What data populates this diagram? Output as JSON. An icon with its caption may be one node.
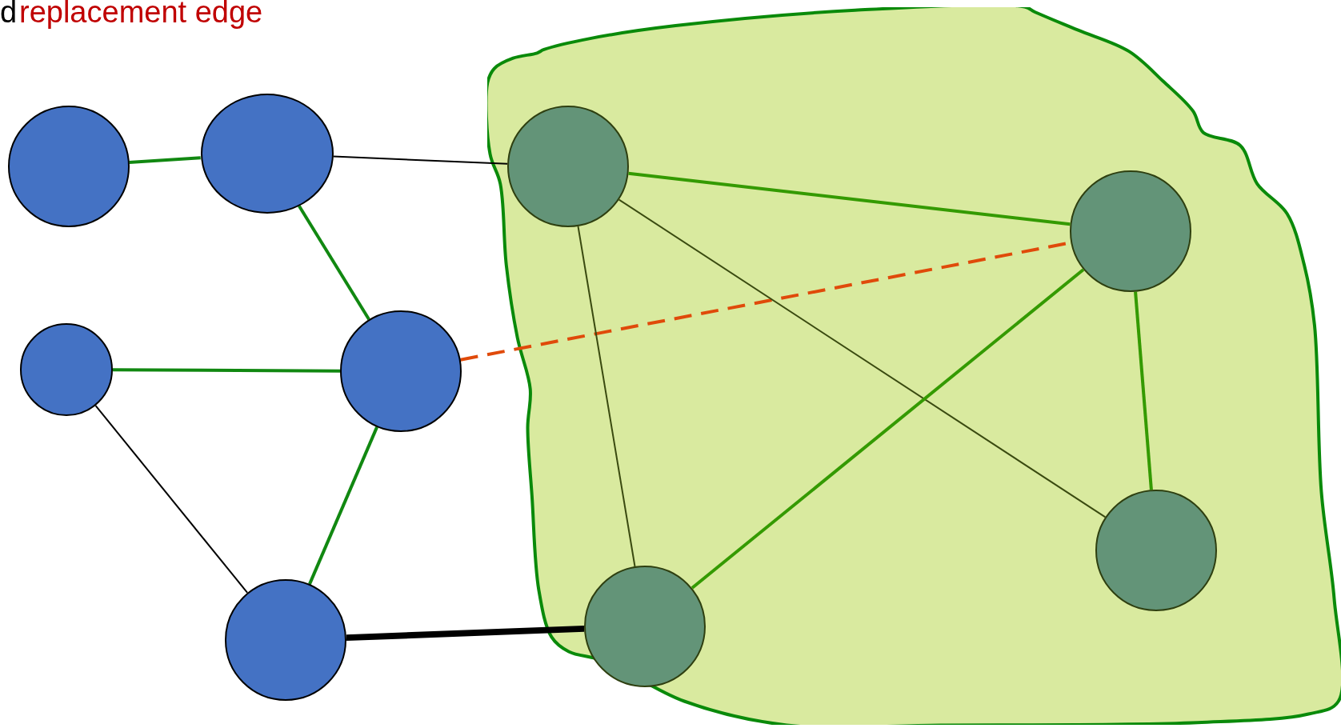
{
  "diagram": {
    "nodes": [
      {
        "text": [],
        "shape": "cloud"
      },
      {
        "text": [],
        "shape": "circle"
      },
      {
        "text": [],
        "shape": "circle"
      },
      {
        "text": [],
        "shape": "circle"
      },
      {
        "text": [],
        "shape": "circle"
      },
      {
        "text": [],
        "shape": "circle"
      },
      {
        "text": [],
        "shape": "circle",
        "in": 0
      },
      {
        "text": [],
        "shape": "circle",
        "in": 0
      },
      {
        "text": [],
        "shape": "circle",
        "in": 0
      },
      {
        "text": [],
        "shape": "circle",
        "in": 0
      }
    ],
    "edges": [
      {
        "from": 1,
        "to": 2,
        "arrow": "none"
      },
      {
        "from": 2,
        "to": 6,
        "arrow": "none",
        "color": "#000000"
      },
      {
        "from": 2,
        "to": 4,
        "arrow": "none"
      },
      {
        "from": 3,
        "to": 4,
        "arrow": "none"
      },
      {
        "from": 3,
        "to": 5,
        "arrow": "none",
        "color": "#000000"
      },
      {
        "from": 4,
        "to": 5,
        "arrow": "none"
      },
      {
        "from": 5,
        "to": 9,
        "arrow": "none",
        "style": "thick",
        "color": "#000000"
      },
      {
        "from": 4,
        "to": 7,
        "arrow": "none",
        "style": "dashed",
        "color": "#e04a0a"
      },
      {
        "from": 6,
        "to": 7,
        "arrow": "none",
        "color": "#349a00"
      },
      {
        "from": 6,
        "to": 9,
        "arrow": "none",
        "color": "#3a4a10"
      },
      {
        "from": 6,
        "to": 8,
        "arrow": "none",
        "color": "#3a4a10"
      },
      {
        "from": 7,
        "to": 9,
        "arrow": "none",
        "color": "#349a00"
      },
      {
        "from": 7,
        "to": 8,
        "arrow": "none",
        "color": "#349a00"
      }
    ],
    "labels": [
      "d",
      "replacement edge"
    ]
  }
}
